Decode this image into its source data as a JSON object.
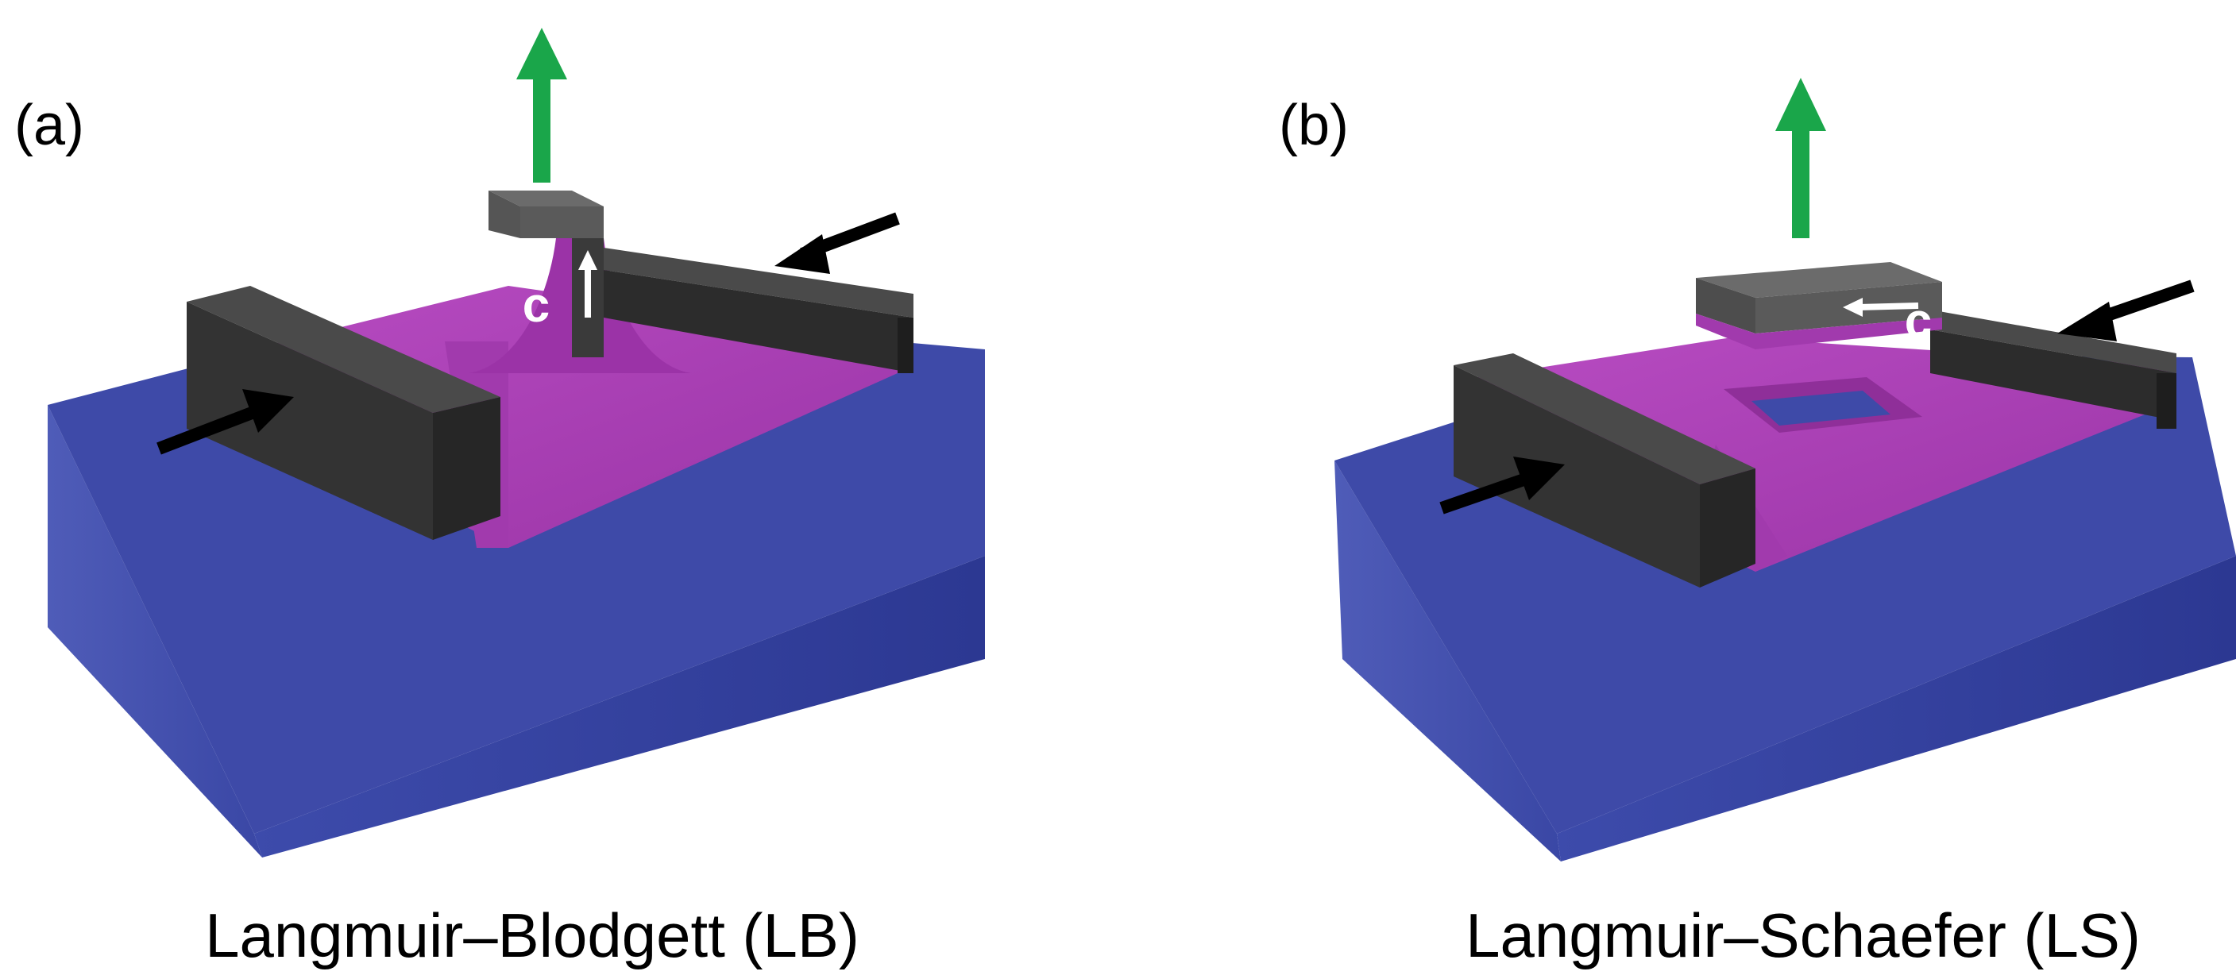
{
  "panels": [
    {
      "id": "a",
      "label": "(a)",
      "caption": "Langmuir–Blodgett (LB)",
      "c_label": "c"
    },
    {
      "id": "b",
      "label": "(b)",
      "caption": "Langmuir–Schaefer (LS)",
      "c_label": "c"
    }
  ],
  "colors": {
    "water_top": "#3c4aa6",
    "water_left": "#3a45a3",
    "water_front": "#2f3a96",
    "film": "#b040b8",
    "film_dark": "#8f2f99",
    "barrier_top": "#4a4a4a",
    "barrier_side": "#2a2a2a",
    "substrate": "#5a5a5a",
    "lift_arrow": "#1aa64a",
    "push_arrow": "#000000",
    "c_arrow": "#ffffff"
  }
}
